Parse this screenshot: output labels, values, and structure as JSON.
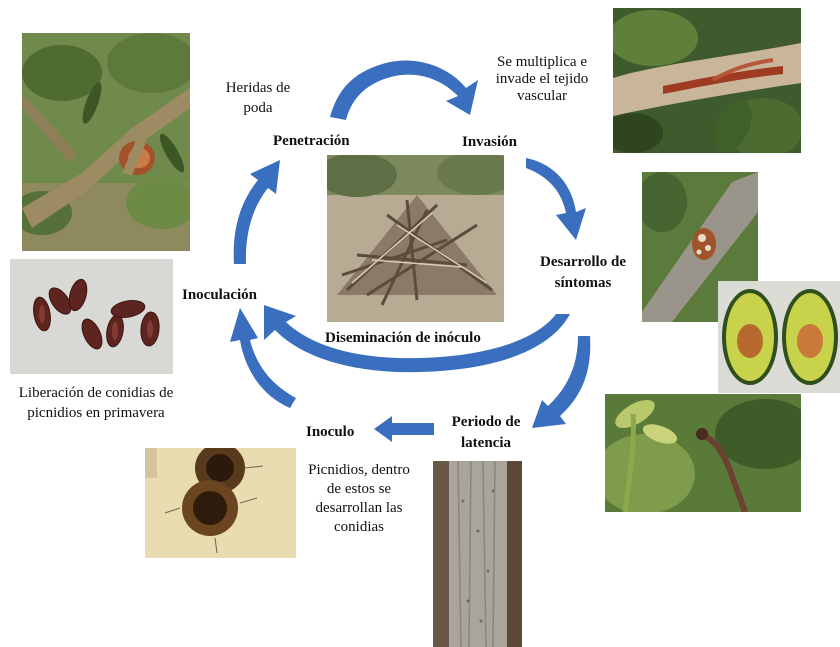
{
  "stages": {
    "penetration": "Penetración",
    "invasion": "Invasión",
    "symptoms": "Desarrollo de síntomas",
    "latency": "Periodo de latencia",
    "inoculum": "Inoculo",
    "inoculation": "Inoculación",
    "dissemination": "Diseminación de inóculo"
  },
  "notes": {
    "pruning": "Heridas de poda",
    "multiplies": "Se multiplica e invade el tejido vascular",
    "release": "Liberación de conidias de picnidios en primavera",
    "pycnidia": "Picnidios, dentro de estos se desarrollan las conidias"
  },
  "colors": {
    "arrow": "#3a6fc0",
    "arrow_dark": "#24508f"
  },
  "icons": {
    "cycle_arrow": "curved-arrow-icon"
  }
}
